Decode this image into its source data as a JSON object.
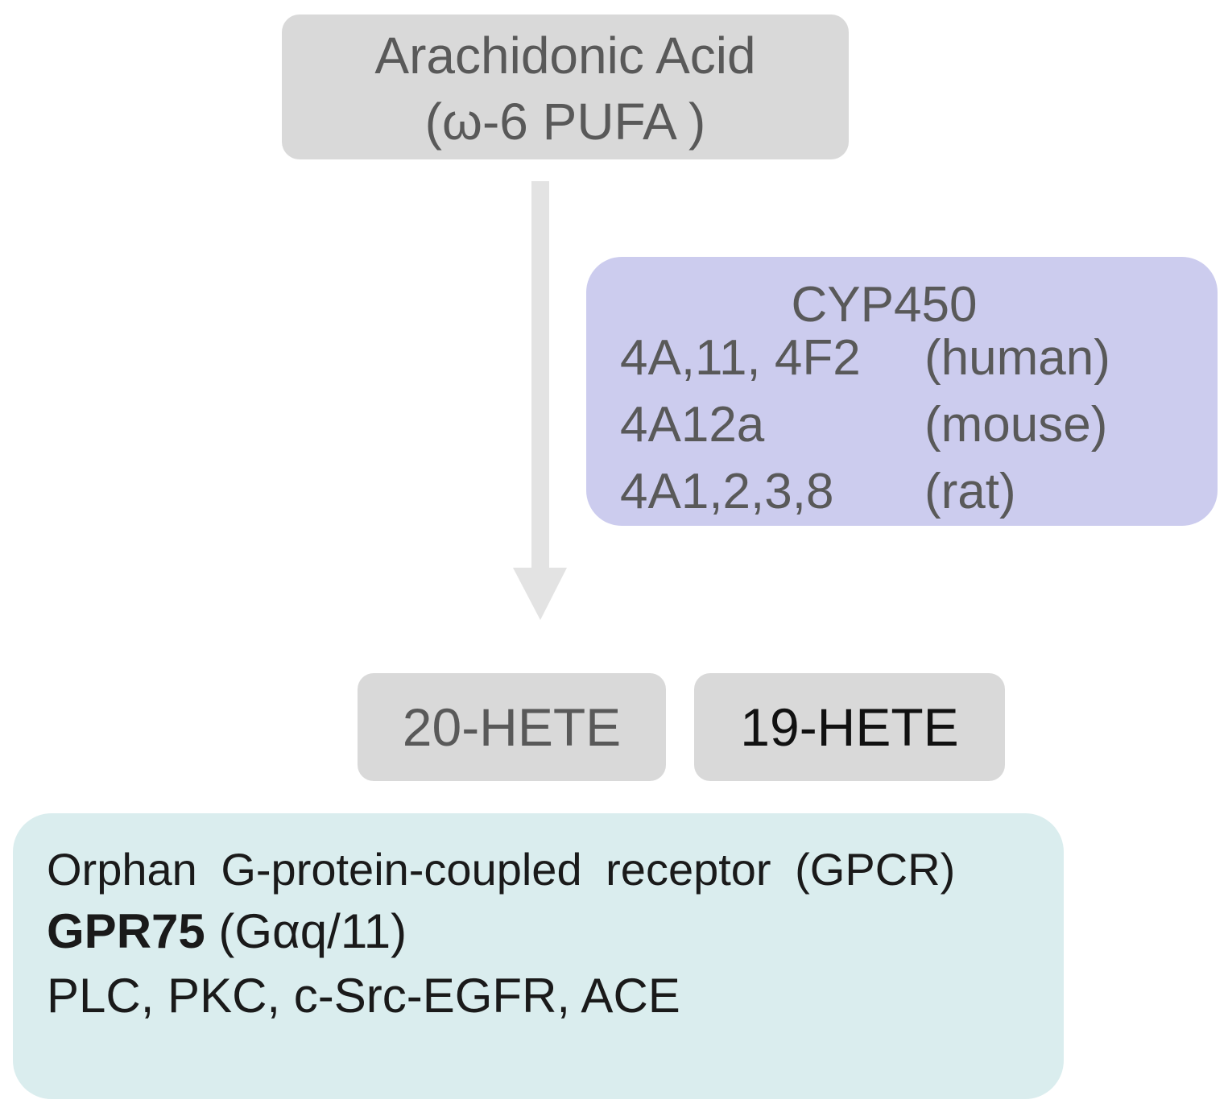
{
  "substrate": {
    "line1": "Arachidonic Acid",
    "line2": "(ω-6 PUFA )"
  },
  "enzyme": {
    "title": "CYP450",
    "rows": [
      {
        "isoforms": "4A,11, 4F2",
        "species": "(human)"
      },
      {
        "isoforms": "4A12a",
        "species": "(mouse)"
      },
      {
        "isoforms": "4A1,2,3,8",
        "species": "(rat)"
      }
    ]
  },
  "products": [
    {
      "label": "20-HETE"
    },
    {
      "label": "19-HETE"
    }
  ],
  "receptor": {
    "line1": "Orphan G-protein-coupled receptor (GPCR)",
    "line2_bold": "GPR75",
    "line2_rest": " (Gαq/11)",
    "line3": "PLC, PKC, c-Src-EGFR, ACE"
  },
  "colors": {
    "gray_box": "#d9d9d9",
    "enzyme_box": "#ccccee",
    "receptor_box": "#daedee",
    "arrow": "#e3e3e3"
  }
}
